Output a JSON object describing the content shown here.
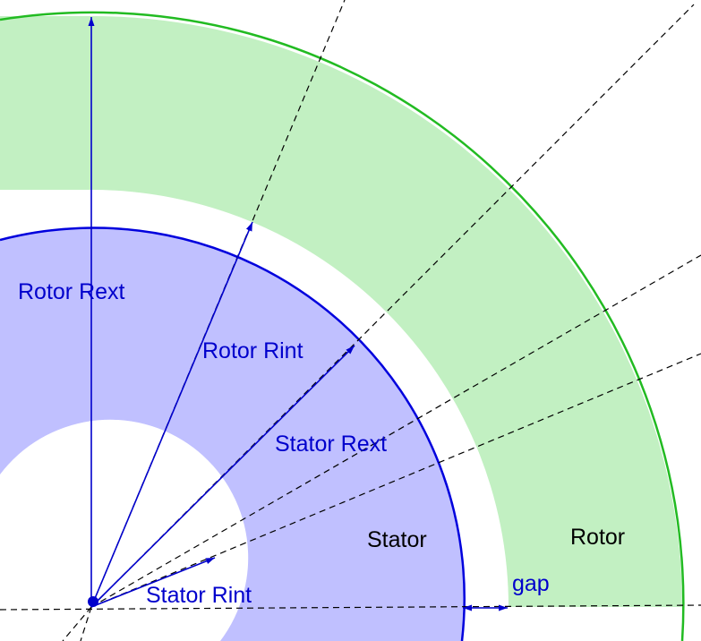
{
  "labels": {
    "rotor_rext": "Rotor Rext",
    "rotor_rint": "Rotor Rint",
    "stator_rext": "Stator Rext",
    "stator_rint": "Stator Rint",
    "stator": "Stator",
    "rotor": "Rotor",
    "gap": "gap"
  },
  "colors": {
    "rotor_fill": "#c2f0c2",
    "rotor_outline": "#22bb22",
    "stator_fill": "#c0c0ff",
    "stator_outline": "#0000dd",
    "dimension_line": "#0000cc",
    "dimension_text": "#0000cc",
    "region_text": "#000000",
    "guide_line": "#000000"
  }
}
